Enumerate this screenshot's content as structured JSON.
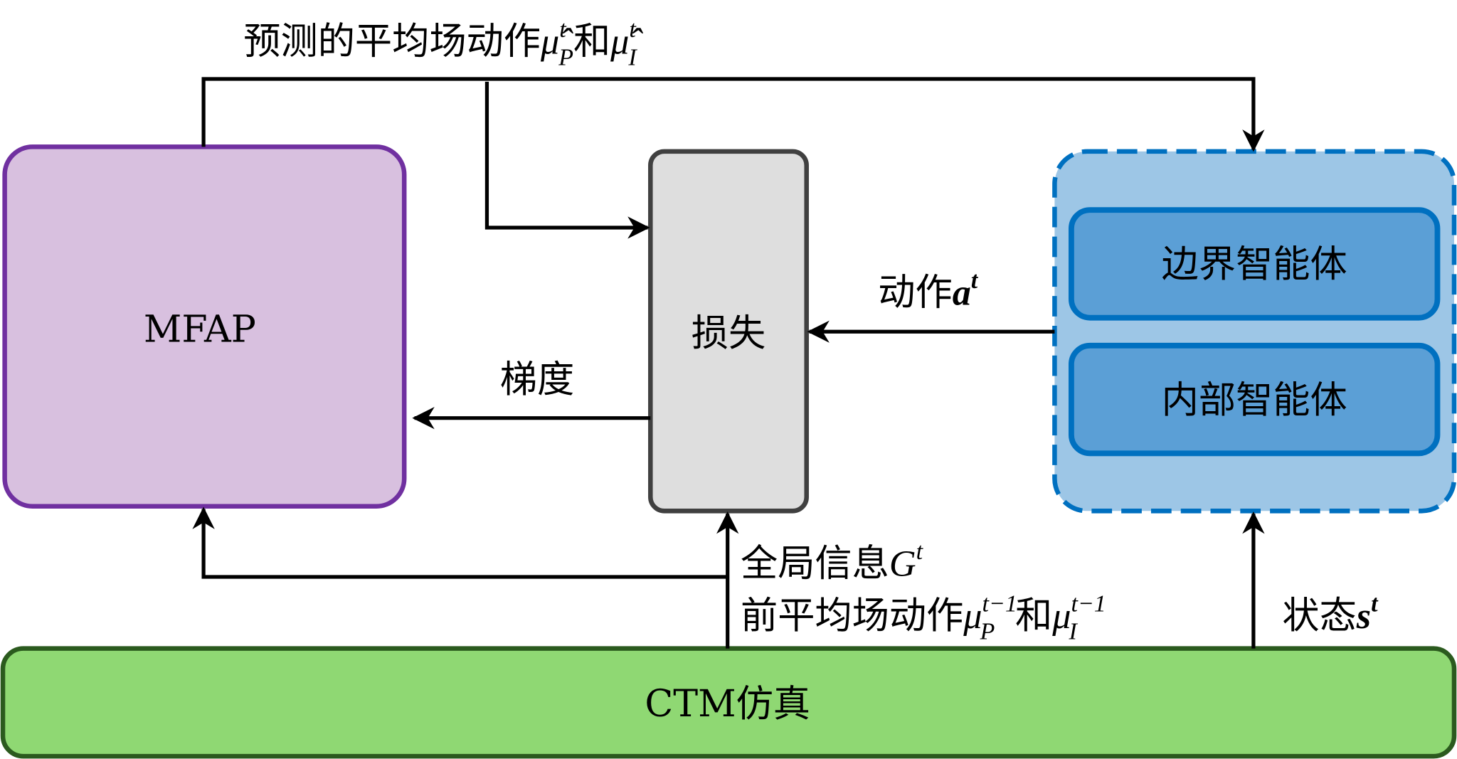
{
  "labels": {
    "predicted": {
      "text": "预测的平均场动作",
      "mu": "μ̂",
      "sup1": "t",
      "sub1": "P",
      "and": "和",
      "mu2": "μ̂",
      "sup2": "t",
      "sub2": "I"
    },
    "action": {
      "text": "动作",
      "var": "a",
      "sup": "t"
    },
    "gradient": "梯度",
    "global_info": {
      "text": "全局信息",
      "var": "G",
      "sup": "t"
    },
    "prev_action": {
      "text": "前平均场动作",
      "mu": "μ",
      "sup1": "t−1",
      "sub1": "P",
      "and": "和",
      "mu2": "μ",
      "sup2": "t−1",
      "sub2": "I"
    },
    "state": {
      "text": "状态",
      "var": "s",
      "sup": "t"
    }
  },
  "boxes": {
    "mfap": "MFAP",
    "loss": "损失",
    "boundary_agent": "边界智能体",
    "internal_agent": "内部智能体",
    "ctm": "CTM仿真"
  },
  "colors": {
    "mfap_fill": "#d8c0df",
    "mfap_stroke": "#7030a0",
    "loss_fill": "#dedede",
    "loss_stroke": "#404040",
    "agent_group_fill": "#9dc6e6",
    "agent_stroke": "#0070c0",
    "agent_fill": "#5b9fd6",
    "ctm_fill": "#8fd873",
    "ctm_stroke": "#2b5a1e"
  }
}
